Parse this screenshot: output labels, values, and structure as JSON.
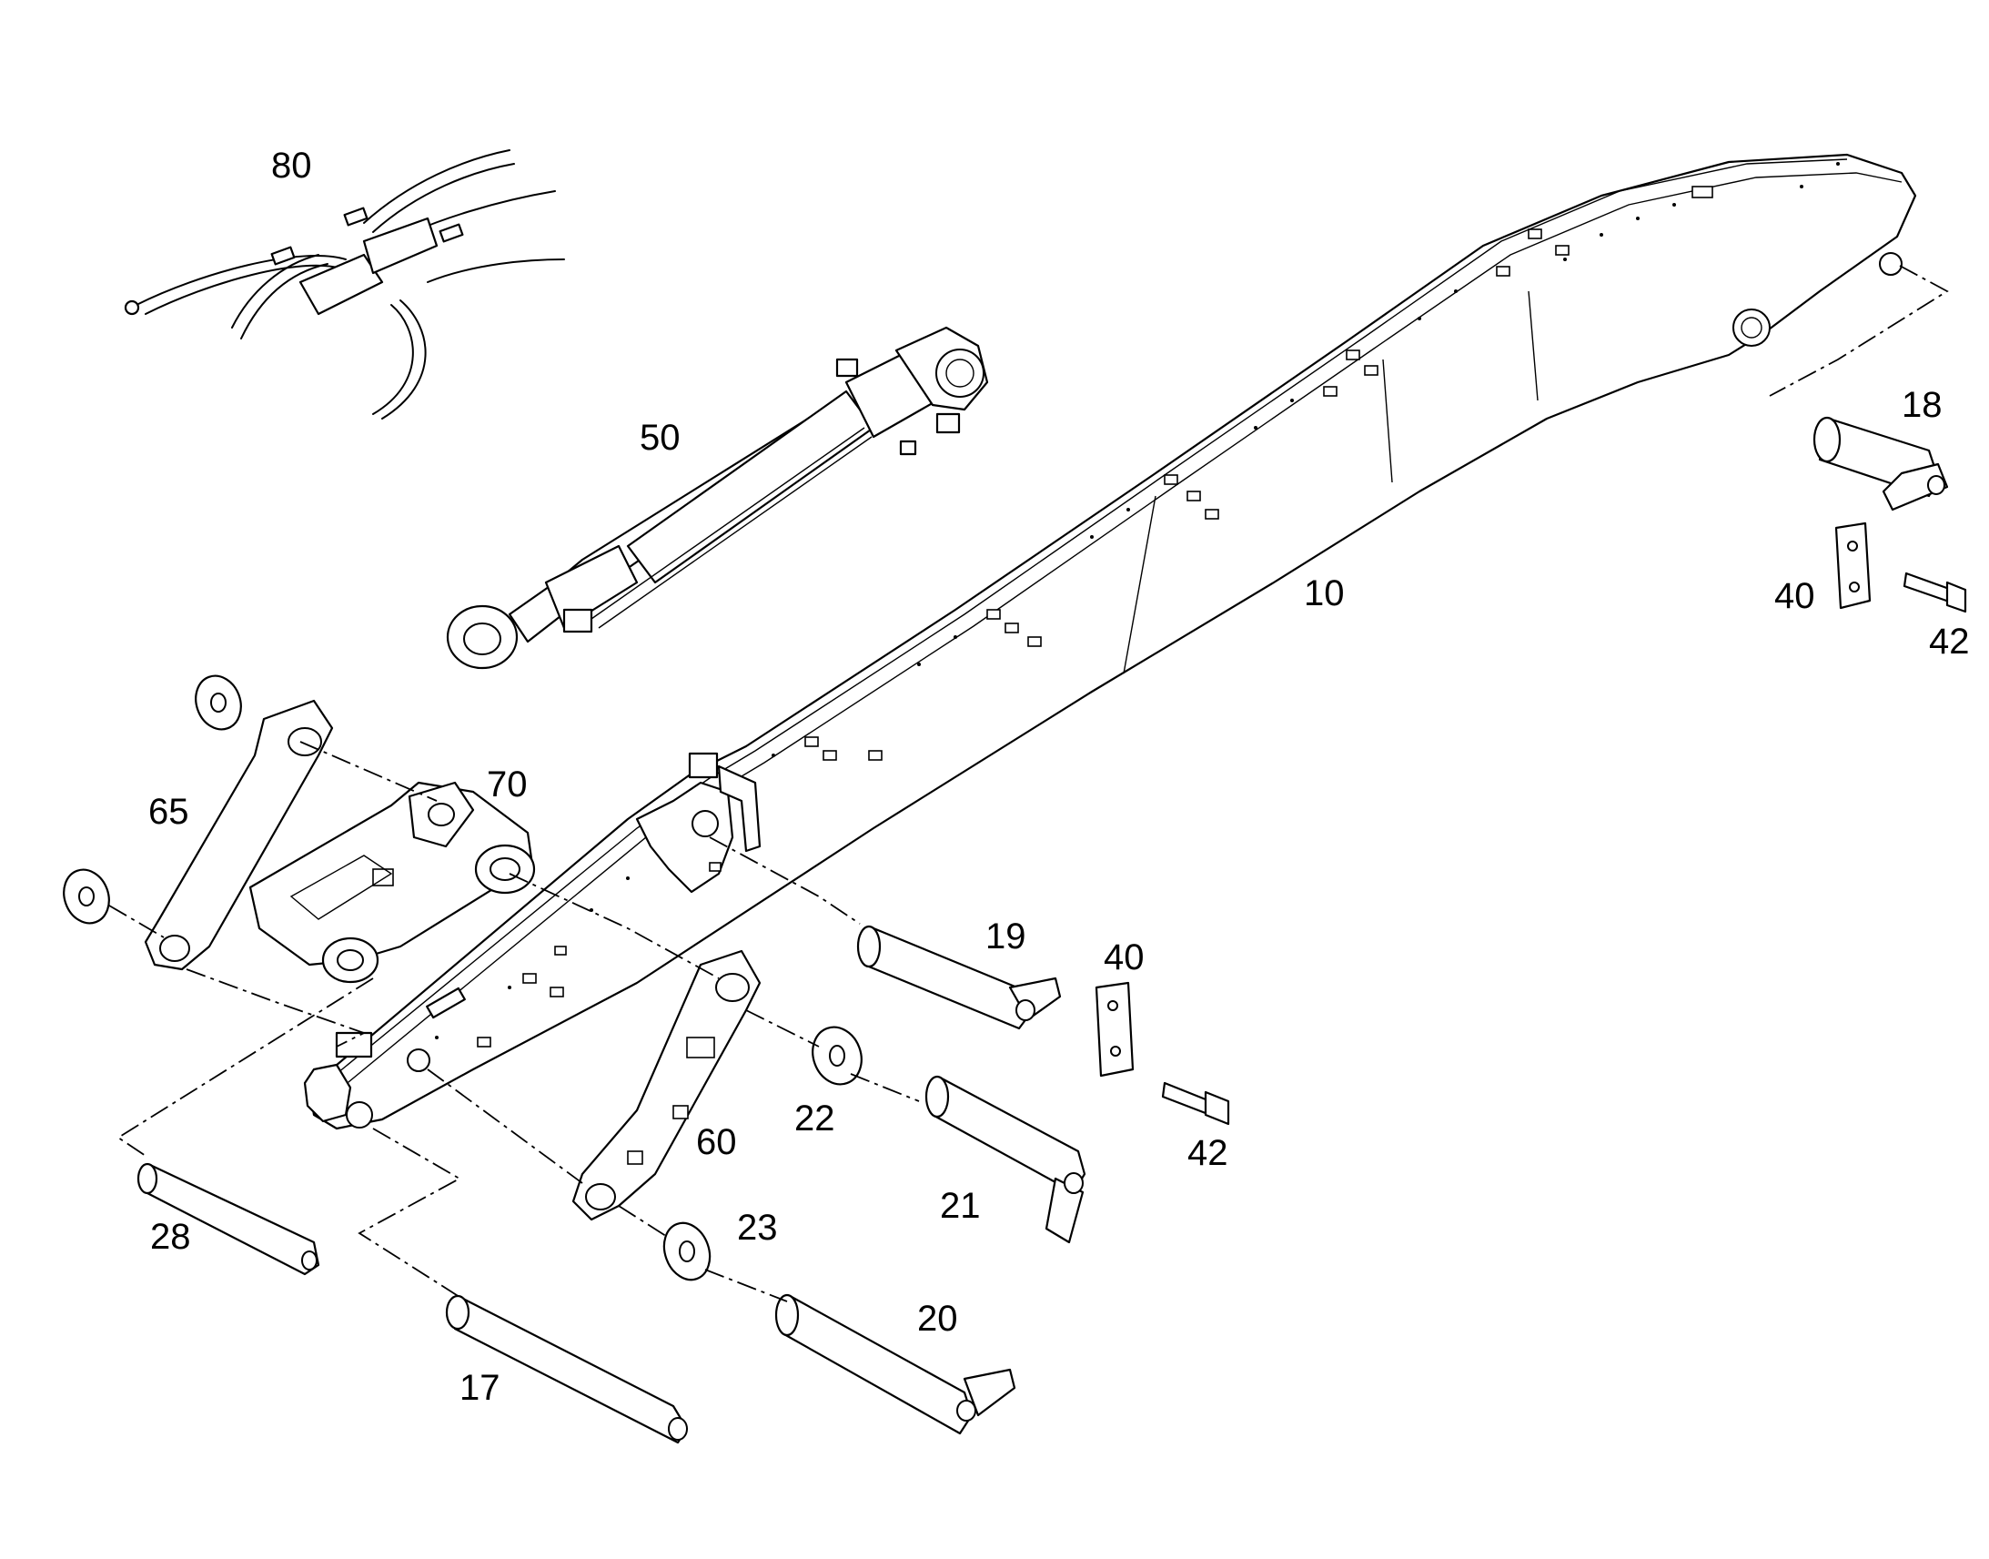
{
  "diagram": {
    "callouts": [
      {
        "id": "c80",
        "label": "80"
      },
      {
        "id": "c50",
        "label": "50"
      },
      {
        "id": "c10",
        "label": "10"
      },
      {
        "id": "c18",
        "label": "18"
      },
      {
        "id": "c40a",
        "label": "40"
      },
      {
        "id": "c42a",
        "label": "42"
      },
      {
        "id": "c65",
        "label": "65"
      },
      {
        "id": "c70",
        "label": "70"
      },
      {
        "id": "c19",
        "label": "19"
      },
      {
        "id": "c40b",
        "label": "40"
      },
      {
        "id": "c22",
        "label": "22"
      },
      {
        "id": "c42b",
        "label": "42"
      },
      {
        "id": "c60",
        "label": "60"
      },
      {
        "id": "c21",
        "label": "21"
      },
      {
        "id": "c28",
        "label": "28"
      },
      {
        "id": "c23",
        "label": "23"
      },
      {
        "id": "c20",
        "label": "20"
      },
      {
        "id": "c17",
        "label": "17"
      }
    ]
  }
}
